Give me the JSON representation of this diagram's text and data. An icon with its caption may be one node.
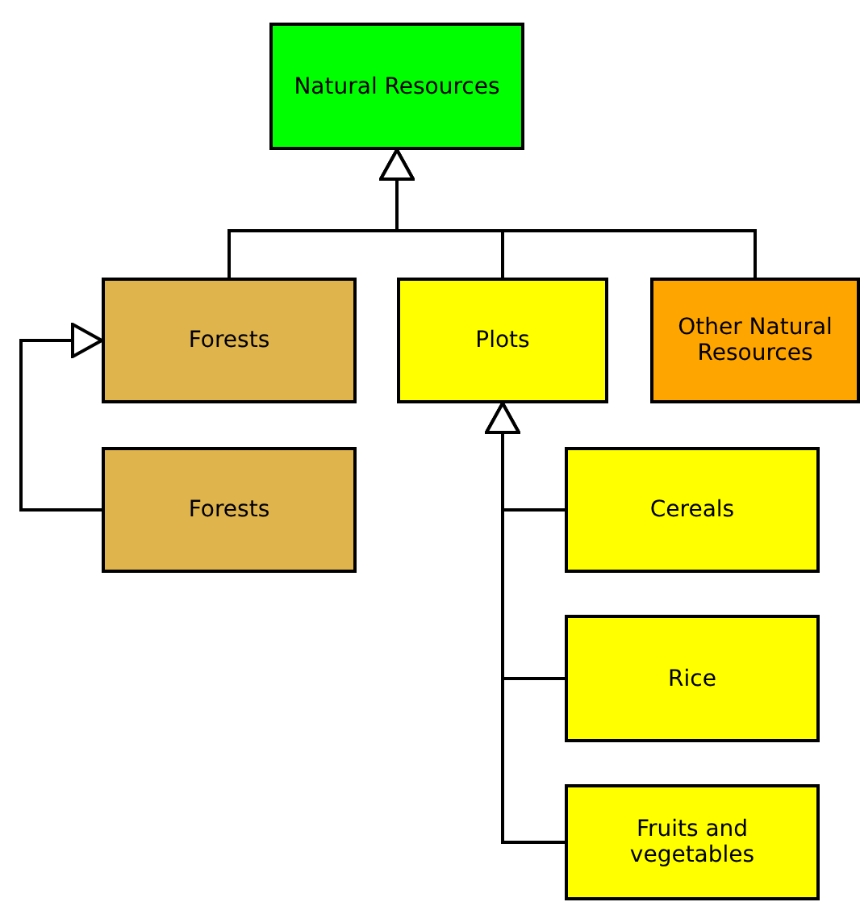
{
  "diagram": {
    "nodes": [
      {
        "text": [
          "Natural Resources"
        ]
      },
      {
        "text": [
          "Forests"
        ]
      },
      {
        "text": [
          "Plots"
        ]
      },
      {
        "text": [
          "Other Natural Resources"
        ]
      },
      {
        "text": [
          "Forests"
        ]
      },
      {
        "text": [
          "Cereals"
        ]
      },
      {
        "text": [
          "Rice"
        ]
      },
      {
        "text": [
          "Fruits and vegetables"
        ]
      }
    ],
    "edges": [
      {
        "from": 1,
        "to": 0,
        "arrow": "to"
      },
      {
        "from": 2,
        "to": 0,
        "arrow": "to"
      },
      {
        "from": 3,
        "to": 0,
        "arrow": "to"
      },
      {
        "from": 4,
        "to": 1,
        "arrow": "to"
      },
      {
        "from": 5,
        "to": 2,
        "arrow": "to"
      },
      {
        "from": 6,
        "to": 2,
        "arrow": "to"
      },
      {
        "from": 7,
        "to": 2,
        "arrow": "to"
      }
    ]
  }
}
